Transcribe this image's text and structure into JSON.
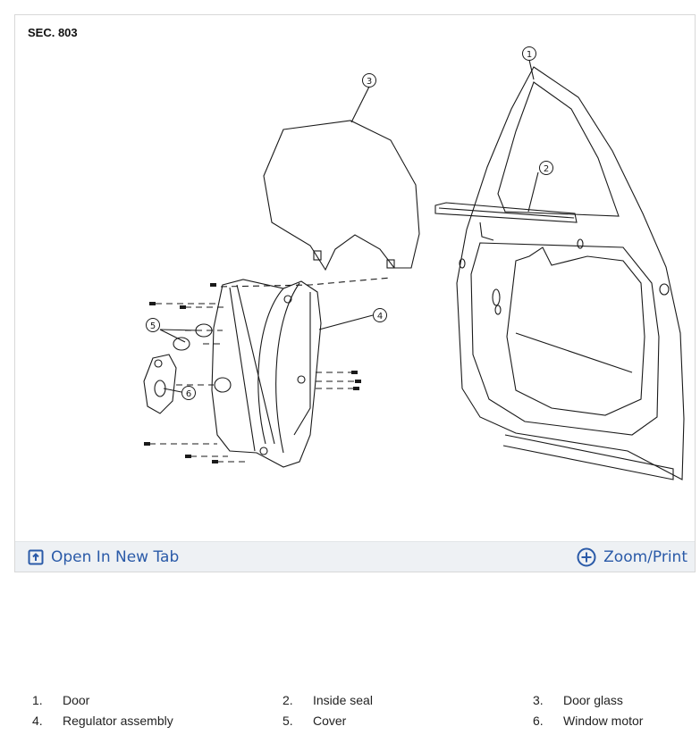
{
  "figure": {
    "section_label": "SEC. 803",
    "callouts": [
      "1",
      "2",
      "3",
      "4",
      "5",
      "6"
    ]
  },
  "toolbar": {
    "open_label": "Open In New Tab",
    "zoom_label": "Zoom/Print",
    "open_icon": "open-new-tab-icon",
    "zoom_icon": "zoom-plus-icon",
    "accent_color": "#2a5aa8"
  },
  "legend": [
    {
      "num": "1.",
      "label": "Door"
    },
    {
      "num": "2.",
      "label": "Inside seal"
    },
    {
      "num": "3.",
      "label": "Door glass"
    },
    {
      "num": "4.",
      "label": "Regulator assembly"
    },
    {
      "num": "5.",
      "label": "Cover"
    },
    {
      "num": "6.",
      "label": "Window motor"
    }
  ]
}
